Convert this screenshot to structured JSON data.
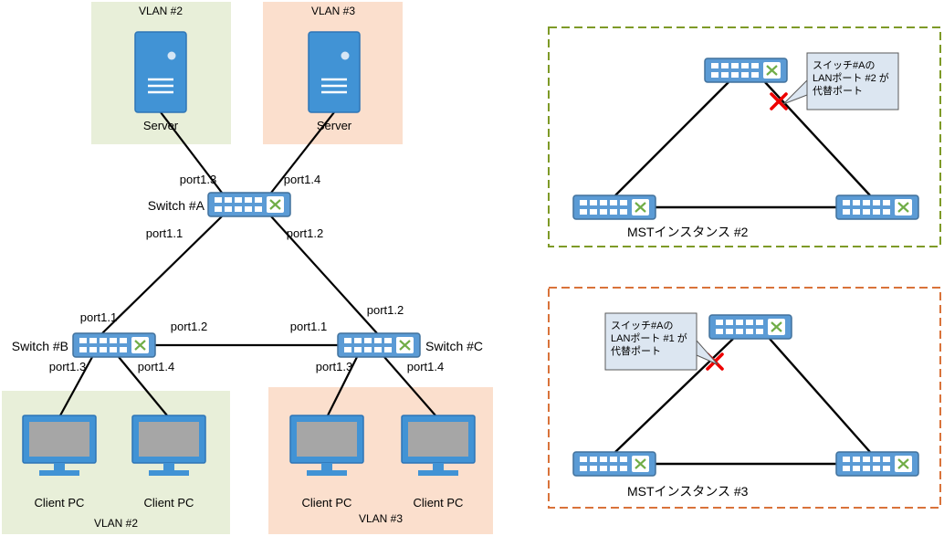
{
  "left_diagram": {
    "vlan2_top_label": "VLAN #2",
    "vlan3_top_label": "VLAN #3",
    "server1_label": "Server",
    "server2_label": "Server",
    "switch_a": {
      "label": "Switch #A",
      "port_top_left": "port1.3",
      "port_top_right": "port1.4",
      "port_bottom_left": "port1.1",
      "port_bottom_right": "port1.2"
    },
    "switch_b": {
      "label": "Switch #B",
      "port_top": "port1.1",
      "port_right": "port1.2",
      "port_bottom_left": "port1.3",
      "port_bottom_right": "port1.4"
    },
    "switch_c": {
      "label": "Switch #C",
      "port_top": "port1.2",
      "port_left": "port1.1",
      "port_bottom_left": "port1.3",
      "port_bottom_right": "port1.4"
    },
    "vlan2_bottom_label": "VLAN #2",
    "vlan3_bottom_label": "VLAN #3",
    "clients": [
      "Client PC",
      "Client PC",
      "Client PC",
      "Client PC"
    ]
  },
  "mst2": {
    "title": "MSTインスタンス #2",
    "callout": [
      "スイッチ#Aの",
      "LANポート #2 が",
      "代替ポート"
    ]
  },
  "mst3": {
    "title": "MSTインスタンス #3",
    "callout": [
      "スイッチ#Aの",
      "LANポート #1 が",
      "代替ポート"
    ]
  },
  "colors": {
    "vlan2_bg": "#e8efd9",
    "vlan3_bg": "#fbdfcd",
    "switch_fill": "#5b9bd5",
    "switch_border": "#41719c",
    "device_fill": "#4193d5",
    "device_border": "#2e75b6",
    "screen_gray": "#a6a6a6",
    "uplink_x": "#70ad47",
    "mst2_border": "#7e9a27",
    "mst3_border": "#d9733a",
    "blocked_x": "#ee0000",
    "callout_bg": "#dce6f1",
    "callout_border": "#5a5a5a",
    "line": "#000000"
  }
}
